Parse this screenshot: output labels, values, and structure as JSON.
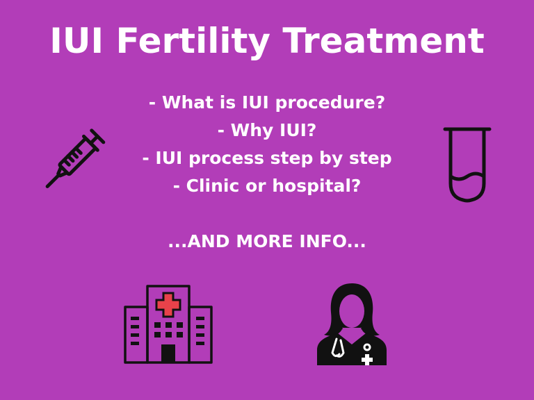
{
  "title": "IUI Fertility Treatment",
  "topics": [
    "- What is IUI procedure?",
    "- Why IUI?",
    "- IUI process step by step",
    "- Clinic or hospital?"
  ],
  "more": "...AND MORE INFO...",
  "colors": {
    "background": "#b23db8",
    "text": "#ffffff",
    "icon": "#111111",
    "cross": "#e8424a"
  },
  "icons": [
    "syringe-icon",
    "test-tube-icon",
    "hospital-icon",
    "doctor-icon"
  ]
}
